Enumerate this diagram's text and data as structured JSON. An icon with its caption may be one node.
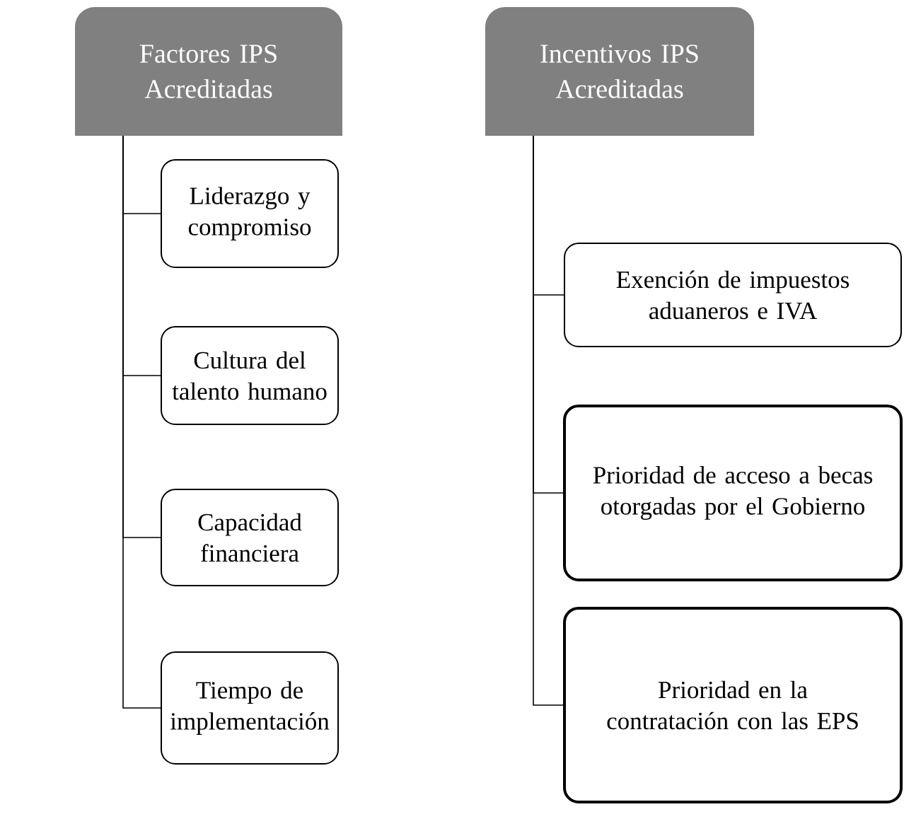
{
  "diagram": {
    "nodes": [
      {
        "text": [
          "Factores IPS Acreditadas"
        ]
      },
      {
        "text": [
          "Liderazgo y compromiso"
        ]
      },
      {
        "text": [
          "Cultura del talento humano"
        ]
      },
      {
        "text": [
          "Capacidad financiera"
        ]
      },
      {
        "text": [
          "Tiempo de implementación"
        ]
      },
      {
        "text": [
          "Incentivos IPS Acreditadas"
        ]
      },
      {
        "text": [
          "Exención de impuestos aduaneros e IVA"
        ]
      },
      {
        "text": [
          "Prioridad de acceso a becas otorgadas por el Gobierno"
        ]
      },
      {
        "text": [
          "Prioridad en la contratación con las EPS"
        ]
      }
    ],
    "edges": [
      {
        "from": 0,
        "to": 1,
        "arrow": "none"
      },
      {
        "from": 0,
        "to": 2,
        "arrow": "none"
      },
      {
        "from": 0,
        "to": 3,
        "arrow": "none"
      },
      {
        "from": 0,
        "to": 4,
        "arrow": "none"
      },
      {
        "from": 5,
        "to": 6,
        "arrow": "none"
      },
      {
        "from": 5,
        "to": 7,
        "arrow": "none"
      },
      {
        "from": 5,
        "to": 8,
        "arrow": "none"
      }
    ]
  }
}
